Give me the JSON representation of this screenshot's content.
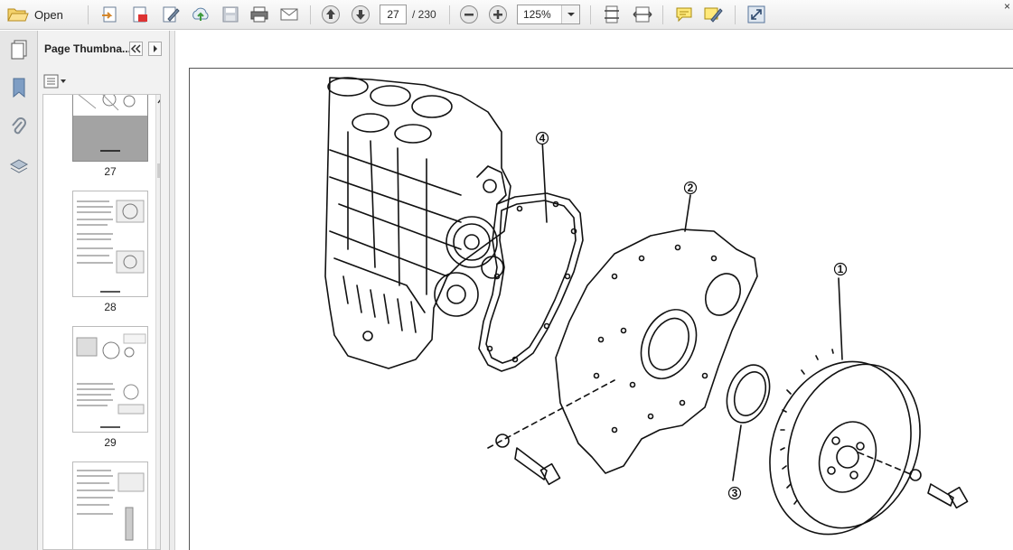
{
  "toolbar": {
    "open_label": "Open",
    "current_page": "27",
    "page_total": "/ 230",
    "zoom": "125%",
    "icons": [
      "folder-open-icon",
      "export-icon",
      "pdf-create-icon",
      "edit-icon",
      "upload-icon",
      "save-icon",
      "print-icon",
      "email-icon",
      "page-up-icon",
      "page-down-icon",
      "zoom-out-icon",
      "zoom-in-icon",
      "fit-page-icon",
      "fit-width-icon",
      "comment-icon",
      "highlight-icon",
      "expand-icon"
    ]
  },
  "sidebar": {
    "icons": [
      "pages-icon",
      "bookmark-icon",
      "attachment-icon",
      "layers-icon"
    ]
  },
  "thumbnails": {
    "title": "Page Thumbna...",
    "pages": [
      {
        "label": "27",
        "selected": true
      },
      {
        "label": "28",
        "selected": false
      },
      {
        "label": "29",
        "selected": false
      }
    ]
  },
  "drawing": {
    "callouts": [
      "4",
      "2",
      "1",
      "3"
    ]
  },
  "colors": {
    "toolbar_bg": "#ececec",
    "panel_bg": "#f2f2f2",
    "selection_gray": "#a3a3a3"
  }
}
